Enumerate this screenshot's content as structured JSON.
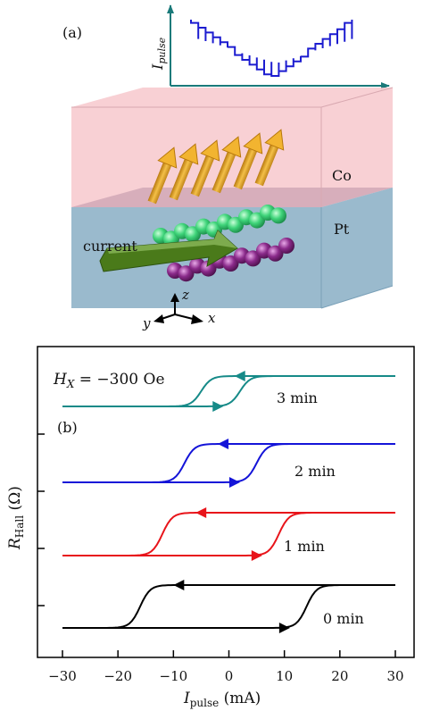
{
  "panel_a": {
    "label": "(a)",
    "pulse_axis_label": "I",
    "pulse_axis_sub": "pulse",
    "layer_top": "Co",
    "layer_bottom": "Pt",
    "current_label": "current",
    "axis_z": "z",
    "axis_y": "y",
    "axis_x": "x"
  },
  "panel_b": {
    "label": "(b)",
    "field_label": "H",
    "field_sub": "X",
    "field_value": " = −300 Oe",
    "ylabel_main": "R",
    "ylabel_sub": "Hall",
    "ylabel_unit": " (Ω)",
    "xlabel_main": "I",
    "xlabel_sub": "pulse",
    "xlabel_unit": " (mA)"
  },
  "colors": {
    "pulse": "#1c1cd0",
    "axis_teal": "#1a7a7a",
    "co_layer": "#f7c8cc",
    "pt_layer": "#8fb3c8",
    "arrow_gold": "#e8a424",
    "green_atom": "#3fd47a",
    "purple_atom": "#8a2a8a",
    "current_arrow": "#4a7a1a"
  },
  "chart_data": {
    "type": "line",
    "xlabel": "I_pulse (mA)",
    "ylabel": "R_Hall (Ω)",
    "xlim": [
      -32,
      32
    ],
    "xticks": [
      -30,
      -20,
      -10,
      0,
      10,
      20,
      30
    ],
    "series": [
      {
        "name": "0 min",
        "color": "#000000",
        "offset": 0,
        "sweep_up_switch": 14,
        "sweep_down_switch": -16
      },
      {
        "name": "1 min",
        "color": "#e8141a",
        "offset": 1,
        "sweep_up_switch": 9,
        "sweep_down_switch": -12
      },
      {
        "name": "2 min",
        "color": "#1414d8",
        "offset": 2,
        "sweep_up_switch": 5,
        "sweep_down_switch": -8
      },
      {
        "name": "3 min",
        "color": "#168a88",
        "offset": 3,
        "sweep_up_switch": 2,
        "sweep_down_switch": -5
      }
    ]
  }
}
